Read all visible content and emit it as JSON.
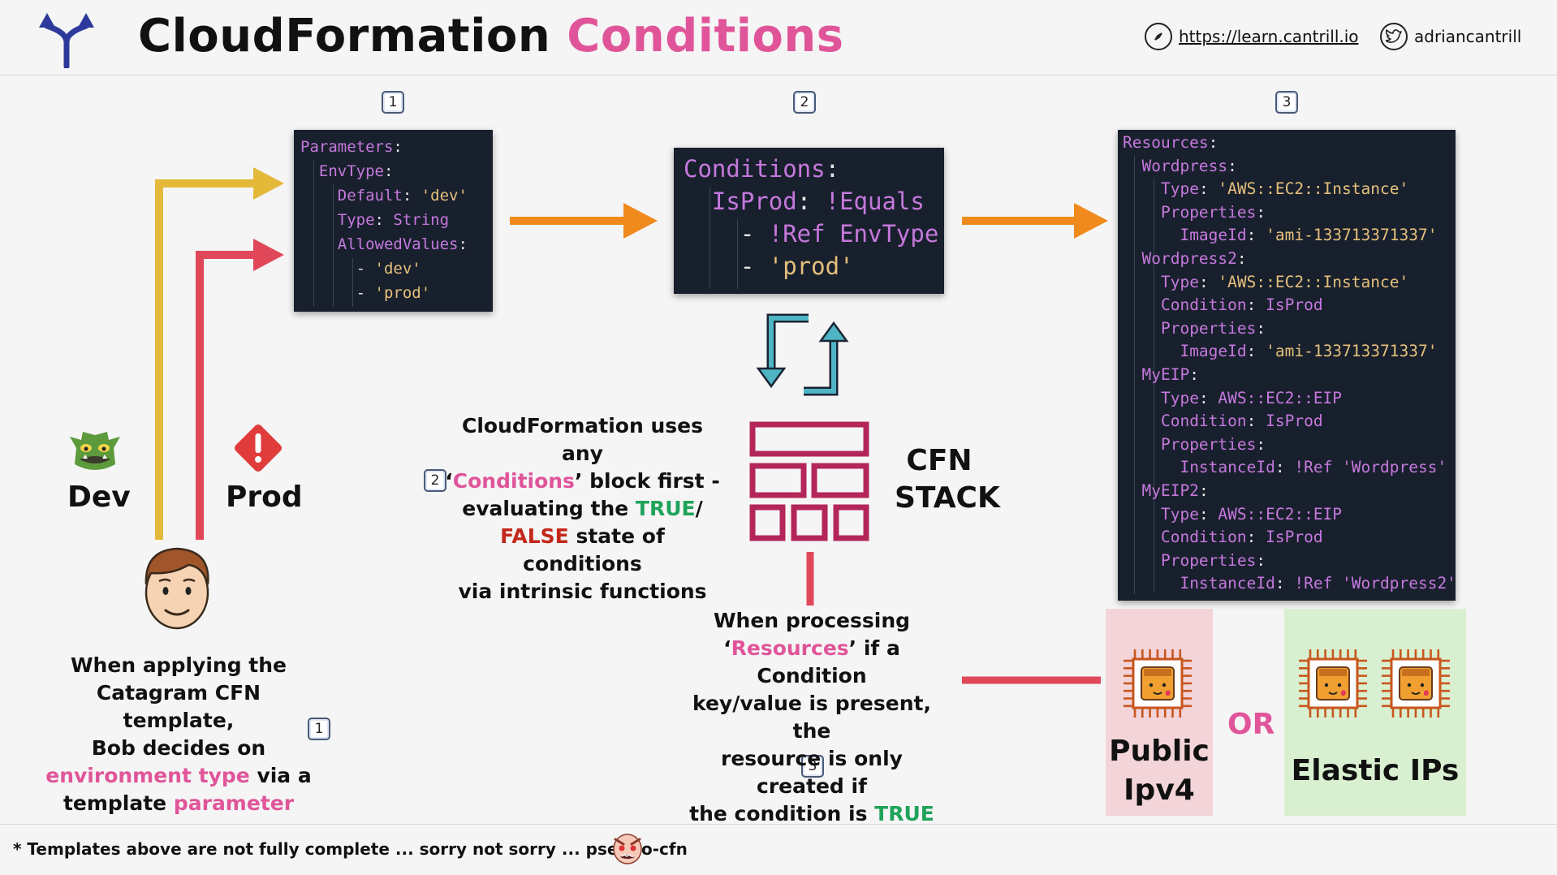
{
  "header": {
    "title_part1": "CloudFormation",
    "title_part2": "Conditions",
    "site_link": "https://learn.cantrill.io",
    "twitter_handle": "adriancantrill"
  },
  "badges": {
    "step1_top": "1",
    "step2_top": "2",
    "step3_top": "3",
    "step2_mid": "2",
    "step1_bottom": "1",
    "step3_bottom": "3"
  },
  "code_parameters": {
    "l1_key": "Parameters",
    "l2_key": "EnvType",
    "l3_key": "Default",
    "l3_val": "'dev'",
    "l4_key": "Type",
    "l4_val": "String",
    "l5_key": "AllowedValues",
    "l6_val": "'dev'",
    "l7_val": "'prod'"
  },
  "code_conditions": {
    "l1_key": "Conditions",
    "l2_key": "IsProd",
    "l2_val": "!Equals",
    "l3_val": "!Ref EnvType",
    "l4_val": "'prod'"
  },
  "code_resources": {
    "lines": [
      {
        "indent": 0,
        "key": "Resources",
        "val": ""
      },
      {
        "indent": 1,
        "key": "Wordpress",
        "val": ""
      },
      {
        "indent": 2,
        "key": "Type",
        "val": "'AWS::EC2::Instance'"
      },
      {
        "indent": 2,
        "key": "Properties",
        "val": ""
      },
      {
        "indent": 3,
        "key": "ImageId",
        "val": "'ami-133713371337'"
      },
      {
        "indent": 1,
        "key": "Wordpress2",
        "val": ""
      },
      {
        "indent": 2,
        "key": "Type",
        "val": "'AWS::EC2::Instance'"
      },
      {
        "indent": 2,
        "key": "Condition",
        "val": "IsProd"
      },
      {
        "indent": 2,
        "key": "Properties",
        "val": ""
      },
      {
        "indent": 3,
        "key": "ImageId",
        "val": "'ami-133713371337'"
      },
      {
        "indent": 1,
        "key": "MyEIP",
        "val": ""
      },
      {
        "indent": 2,
        "key": "Type",
        "val": "AWS::EC2::EIP"
      },
      {
        "indent": 2,
        "key": "Condition",
        "val": "IsProd"
      },
      {
        "indent": 2,
        "key": "Properties",
        "val": ""
      },
      {
        "indent": 3,
        "key": "InstanceId",
        "val": "!Ref 'Wordpress'"
      },
      {
        "indent": 1,
        "key": "MyEIP2",
        "val": ""
      },
      {
        "indent": 2,
        "key": "Type",
        "val": "AWS::EC2::EIP"
      },
      {
        "indent": 2,
        "key": "Condition",
        "val": "IsProd"
      },
      {
        "indent": 2,
        "key": "Properties",
        "val": ""
      },
      {
        "indent": 3,
        "key": "InstanceId",
        "val": "!Ref 'Wordpress2'"
      }
    ]
  },
  "environments": {
    "dev_label": "Dev",
    "prod_label": "Prod"
  },
  "bob_text": {
    "line1": "When applying the",
    "line2": "Catagram CFN template,",
    "line3": "Bob decides on",
    "line4_pink": "environment type",
    "line4_rest": " via a",
    "line5_start": "template ",
    "line5_pink": "parameter"
  },
  "conditions_text": {
    "line1": "CloudFormation uses any",
    "line2_q1": "‘",
    "line2_pink": "Conditions",
    "line2_rest": "’ block first -",
    "line3_start": "evaluating the ",
    "line3_green": "TRUE",
    "line3_end": "/",
    "line4_red": "FALSE",
    "line4_rest": " state of conditions",
    "line5": "via intrinsic functions"
  },
  "stack": {
    "line1": "CFN",
    "line2": "STACK"
  },
  "resources_text": {
    "line1": "When processing",
    "line2_q1": "‘",
    "line2_pink": "Resources",
    "line2_rest": "’ if a Condition",
    "line3": "key/value is present, the",
    "line4": "resource is only created if",
    "line5_start": "the condition is ",
    "line5_green": "TRUE"
  },
  "outputs": {
    "public_line1": "Public",
    "public_line2": "Ipv4",
    "or_label": "OR",
    "eip_label": "Elastic IPs"
  },
  "footnote": "* Templates above are not fully complete ... sorry not sorry ... pseudo-cfn",
  "colors": {
    "accent_pink": "#e0559a",
    "arrow_yellow": "#e4b93a",
    "arrow_red": "#e0485a",
    "arrow_orange": "#f18a1d",
    "stack_crimson": "#b3265a",
    "chip_orange": "#c8561d",
    "cycle_teal": "#4fb5c4",
    "code_bg": "#18202d"
  }
}
